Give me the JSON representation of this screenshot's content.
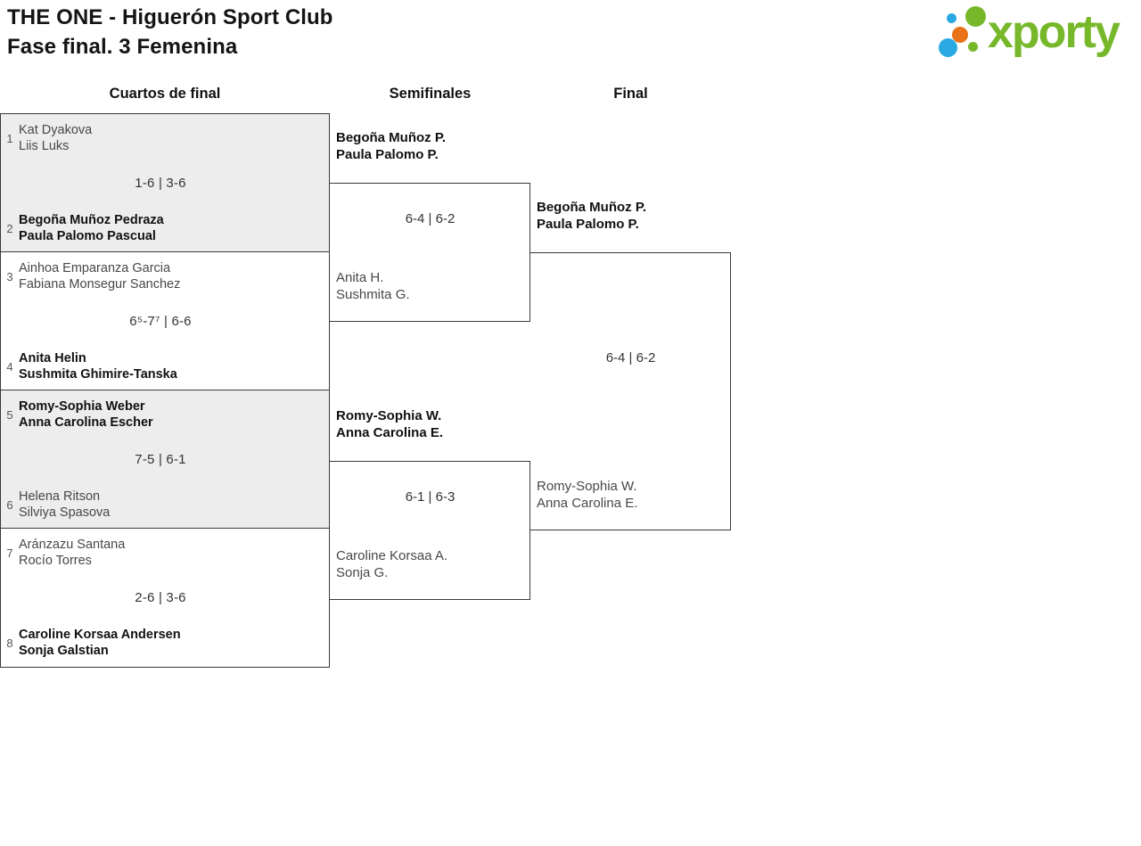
{
  "header": {
    "title_line1": "THE ONE - Higuerón Sport Club",
    "title_line2": "Fase final. 3 Femenina",
    "logo_text": "xporty",
    "logo_colors": {
      "green": "#76b82a",
      "blue": "#29a9e1",
      "orange": "#e8731a"
    }
  },
  "columns": [
    {
      "label": "Cuartos de final"
    },
    {
      "label": "Semifinales"
    },
    {
      "label": "Final"
    }
  ],
  "bracket": {
    "quarterfinals": [
      {
        "top": {
          "seed": "1",
          "players": [
            "Kat Dyakova",
            "Liis Luks"
          ],
          "winner": false
        },
        "score": "1-6 | 3-6",
        "bottom": {
          "seed": "2",
          "players": [
            "Begoña Muñoz Pedraza",
            "Paula Palomo Pascual"
          ],
          "winner": true
        }
      },
      {
        "top": {
          "seed": "3",
          "players": [
            "Ainhoa Emparanza Garcia",
            "Fabiana Monsegur Sanchez"
          ],
          "winner": false
        },
        "score": "6⁵-7⁷ | 6-6",
        "bottom": {
          "seed": "4",
          "players": [
            "Anita Helin",
            "Sushmita Ghimire-Tanska"
          ],
          "winner": true
        }
      },
      {
        "top": {
          "seed": "5",
          "players": [
            "Romy-Sophia Weber",
            "Anna Carolina Escher"
          ],
          "winner": true
        },
        "score": "7-5 | 6-1",
        "bottom": {
          "seed": "6",
          "players": [
            "Helena Ritson",
            "Silviya Spasova"
          ],
          "winner": false
        }
      },
      {
        "top": {
          "seed": "7",
          "players": [
            "Aránzazu Santana",
            "Rocío Torres"
          ],
          "winner": false
        },
        "score": "2-6 | 3-6",
        "bottom": {
          "seed": "8",
          "players": [
            "Caroline Korsaa Andersen",
            "Sonja Galstian"
          ],
          "winner": true
        }
      }
    ],
    "semifinals": [
      {
        "top": {
          "players": [
            "Begoña Muñoz P.",
            "Paula Palomo P."
          ],
          "winner": true
        },
        "score": "6-4 | 6-2",
        "bottom": {
          "players": [
            "Anita H.",
            "Sushmita G."
          ],
          "winner": false
        }
      },
      {
        "top": {
          "players": [
            "Romy-Sophia W.",
            "Anna Carolina E."
          ],
          "winner": true
        },
        "score": "6-1 | 6-3",
        "bottom": {
          "players": [
            "Caroline Korsaa A.",
            "Sonja G."
          ],
          "winner": false
        }
      }
    ],
    "final": {
      "top": {
        "players": [
          "Begoña Muñoz P.",
          "Paula Palomo P."
        ],
        "winner": true
      },
      "score": "6-4 | 6-2",
      "bottom": {
        "players": [
          "Romy-Sophia W.",
          "Anna Carolina E."
        ],
        "winner": false
      }
    }
  }
}
